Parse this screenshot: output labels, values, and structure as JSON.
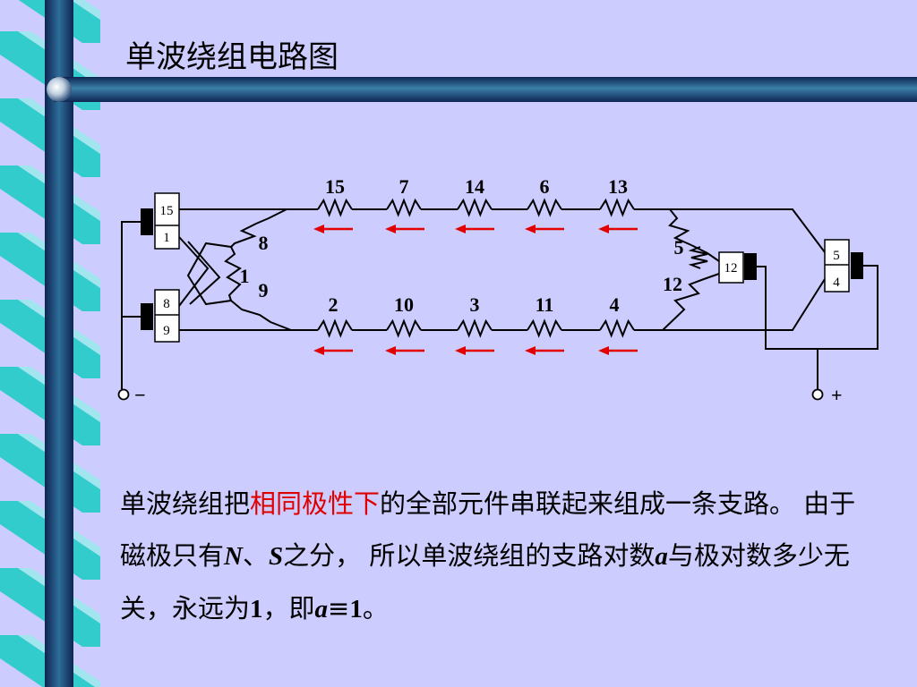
{
  "title": "单波绕组电路图",
  "diagram": {
    "top_coils": [
      "15",
      "7",
      "14",
      "6",
      "13"
    ],
    "bottom_coils": [
      "2",
      "10",
      "3",
      "11",
      "4"
    ],
    "left_coils": {
      "a": "8",
      "b": "1",
      "c": "9"
    },
    "right_coils": {
      "a": "5",
      "b": "12"
    },
    "segments": {
      "left_top": [
        "15",
        "1"
      ],
      "left_bottom": [
        "8",
        "9"
      ],
      "right_mid": "12",
      "right_box": [
        "5",
        "4"
      ]
    },
    "minus": "−",
    "plus": "+",
    "arrow_color": "#e00000",
    "wire_color": "#000000"
  },
  "paragraph": {
    "p1": "单波绕组把",
    "p_highlight": "相同极性下",
    "p2": "的全部元件串联起来组成一条支路。 由于磁极只有",
    "N": "N",
    "sep": "、",
    "S": "S",
    "p3": "之分， 所以单波绕组的支路对数",
    "a1": "a",
    "p4": "与极对数多少无关，永远为",
    "one1": "1",
    "p5": "，即",
    "a2": "a",
    "eq": "≡",
    "one2": "1",
    "p6": "。"
  },
  "colors": {
    "background": "#ccccff",
    "ribbon_dark": "#1f3d7a",
    "ribbon_light": "#33cccc",
    "highlight": "#e00000"
  }
}
